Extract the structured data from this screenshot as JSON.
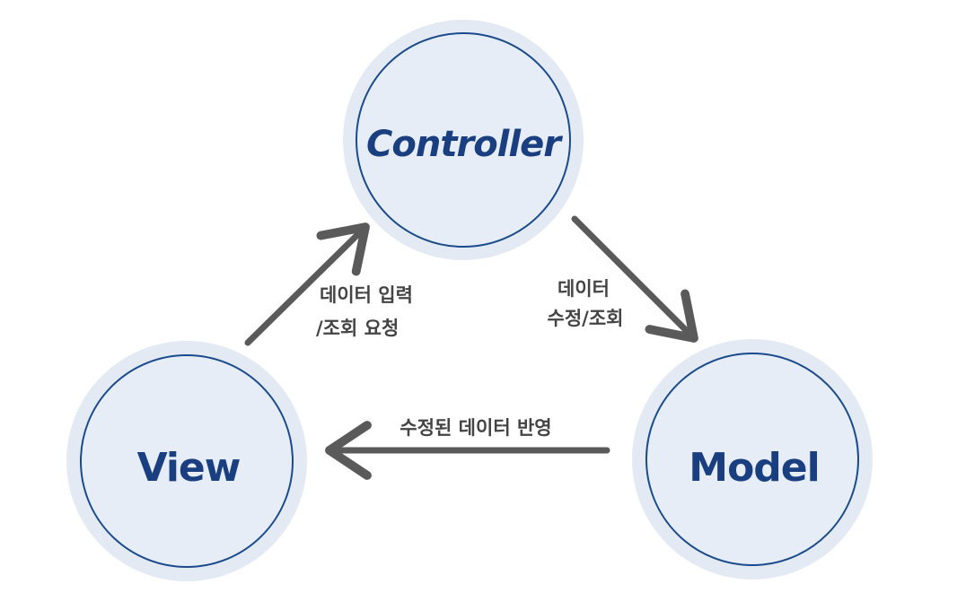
{
  "colors": {
    "node_halo": "#e3eaf3",
    "node_fill": "#e6edf6",
    "node_stroke": "#1a4b8c",
    "node_text": "#1a3f80",
    "arrow": "#5a5a5a",
    "edge_text": "#444444"
  },
  "nodes": {
    "controller": {
      "label": "Controller"
    },
    "view": {
      "label": "View"
    },
    "model": {
      "label": "Model"
    }
  },
  "edges": {
    "view_to_controller": {
      "line1": "데이터 입력",
      "line2": "/조회 요청"
    },
    "controller_to_model": {
      "line1": "데이터",
      "line2": "수정/조회"
    },
    "model_to_view": {
      "line1": "수정된 데이터 반영"
    }
  }
}
